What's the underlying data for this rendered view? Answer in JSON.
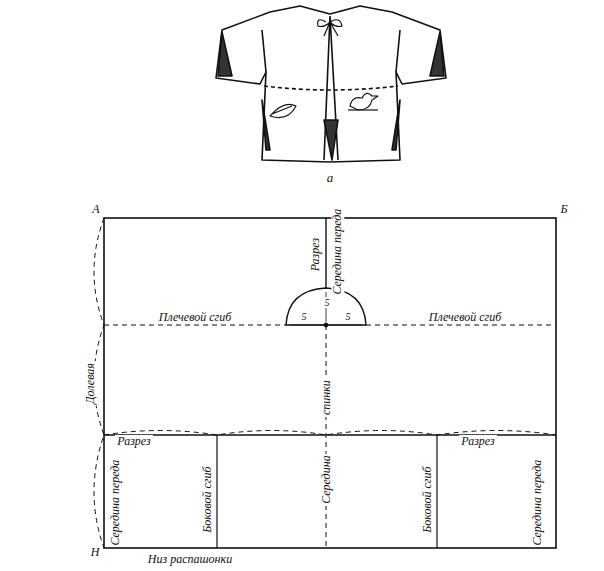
{
  "diagram": {
    "labels": [
      "а",
      "А",
      "Б",
      "Н",
      "Разрез",
      "Середина переда",
      "5",
      "5",
      "5",
      "Плечевой сгиб",
      "Плечевой сгиб",
      "Долевая",
      "спинки",
      "Середина",
      "Разрез",
      "Разрез",
      "Середина переда",
      "Боковой сгиб",
      "Боковой сгиб",
      "Середина переда",
      "Низ распашонки"
    ]
  }
}
